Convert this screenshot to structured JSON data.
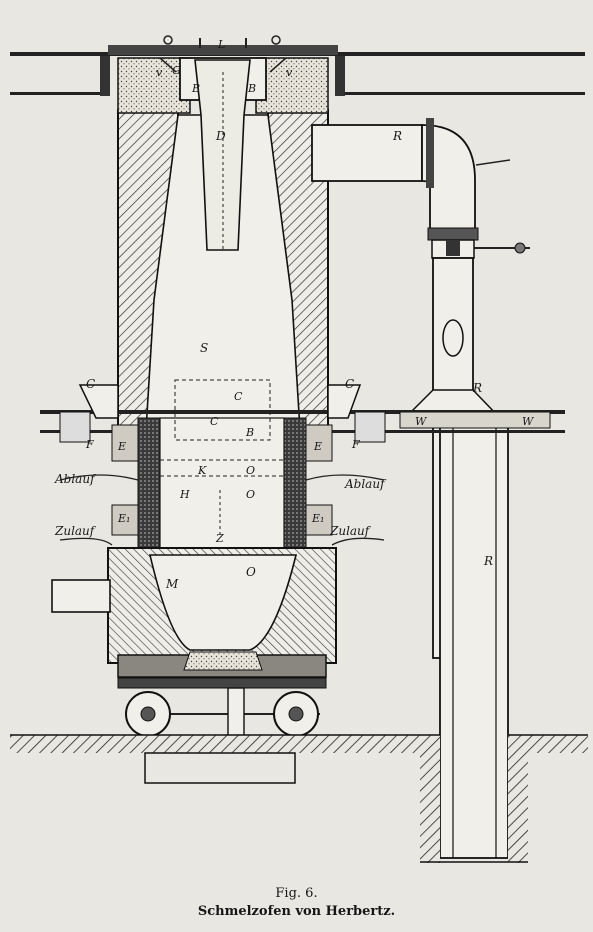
{
  "caption": {
    "figure_number": "Fig. 6.",
    "title": "Schmelzofen von Herbertz."
  },
  "labels": {
    "L": "L",
    "v_left": "v",
    "v_right": "v",
    "G": "G",
    "B_left": "B",
    "B_right": "B",
    "D": "D",
    "R_top": "R",
    "R_mid": "R",
    "R_low": "R",
    "S": "S",
    "C_left": "C",
    "C_right": "C",
    "C_inner": "C",
    "C_mid": "C",
    "B_inner": "B",
    "W_left": "W",
    "W_right": "W",
    "E_left": "E",
    "E_right": "E",
    "F_left": "F",
    "F_right": "F",
    "K": "K",
    "H": "H",
    "O_1": "O",
    "O_2": "O",
    "E1_left": "E₁",
    "E1_right": "E₁",
    "O_low": "O",
    "M": "M",
    "Z": "Z",
    "ablauf_left": "Ablauf",
    "ablauf_right": "Ablauf",
    "zulauf_left": "Zulauf",
    "zulauf_right": "Zulauf"
  }
}
